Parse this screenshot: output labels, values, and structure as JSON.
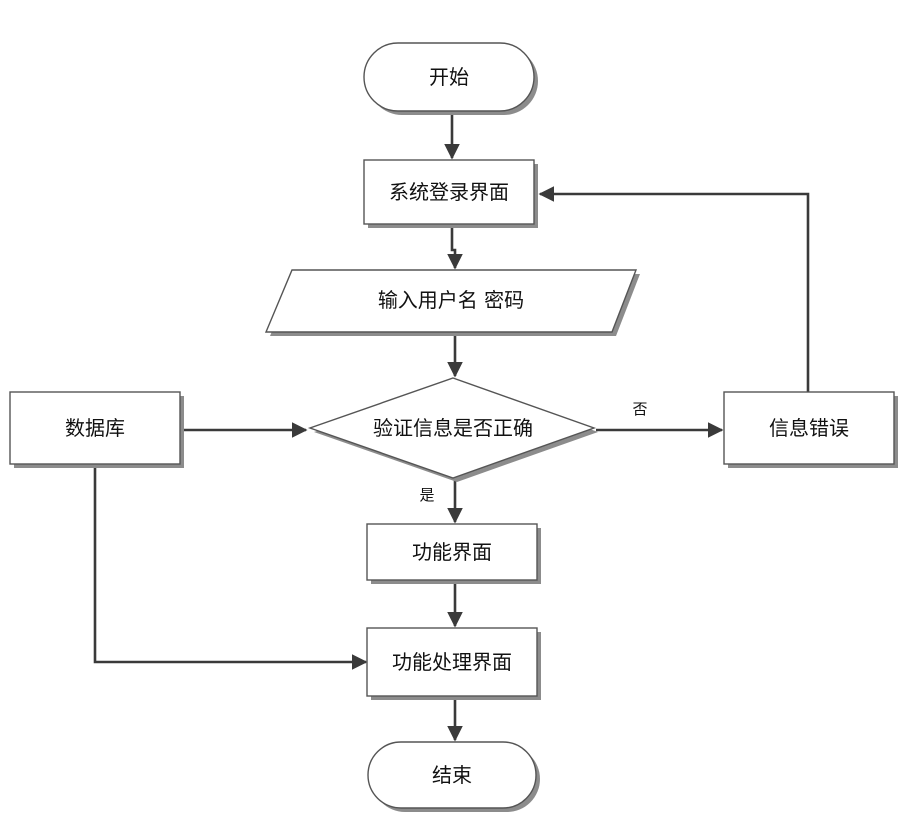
{
  "nodes": {
    "start": "开始",
    "login_screen": "系统登录界面",
    "input_credentials": "输入用户名 密码",
    "verify": "验证信息是否正确",
    "database": "数据库",
    "info_error": "信息错误",
    "function_screen": "功能界面",
    "function_processing_screen": "功能处理界面",
    "end": "结束"
  },
  "edges": {
    "no_label": "否",
    "yes_label": "是"
  },
  "colors": {
    "line": "#3a3a3a",
    "border": "#555555",
    "shadow": "#8c8c8c",
    "fill": "#ffffff"
  }
}
